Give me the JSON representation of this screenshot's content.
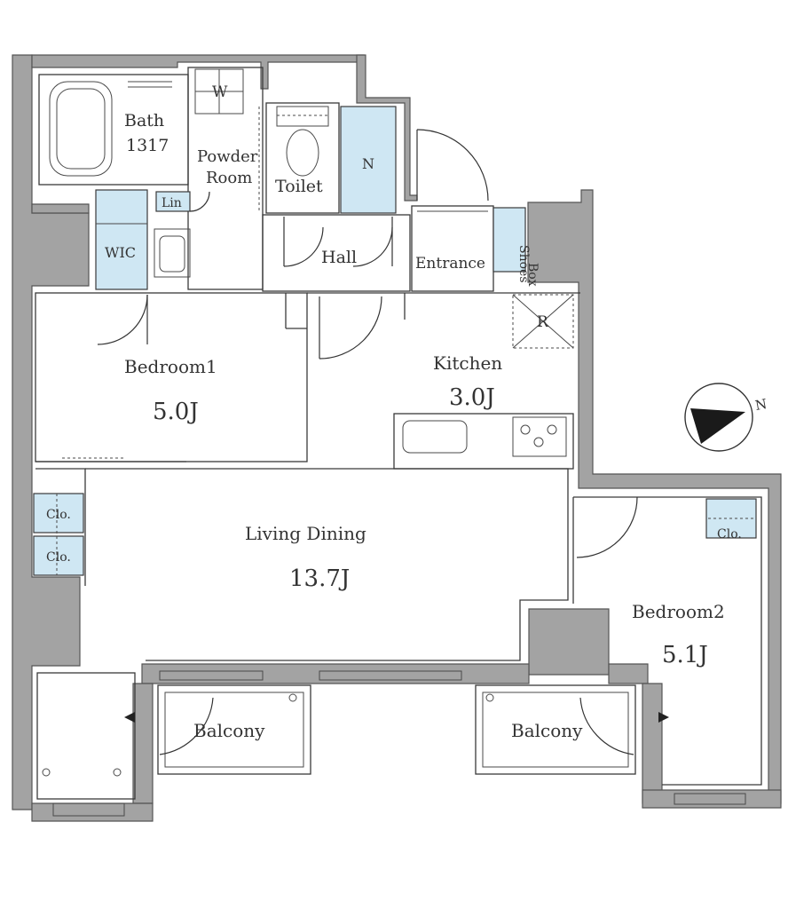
{
  "rooms": {
    "bath": "Bath",
    "bath_size": "1317",
    "washer": "W",
    "powder_line1": "Powder",
    "powder_line2": "Room",
    "toilet": "Toilet",
    "storage_n": "N",
    "linen": "Lin",
    "wic": "WIC",
    "hall": "Hall",
    "entrance": "Entrance",
    "shoes_line1": "Shoes",
    "shoes_line2": "Box",
    "fridge": "R",
    "kitchen": "Kitchen",
    "kitchen_size": "3.0J",
    "bedroom1": "Bedroom1",
    "bedroom1_size": "5.0J",
    "closet": "Clo.",
    "living": "Living Dining",
    "living_size": "13.7J",
    "bedroom2": "Bedroom2",
    "bedroom2_size": "5.1J",
    "balcony_left": "Balcony",
    "balcony_right": "Balcony"
  },
  "compass": {
    "label": "N"
  },
  "colors": {
    "wall": "#a3a3a3",
    "storage": "#cfe7f3",
    "line": "#3a3a3a"
  }
}
